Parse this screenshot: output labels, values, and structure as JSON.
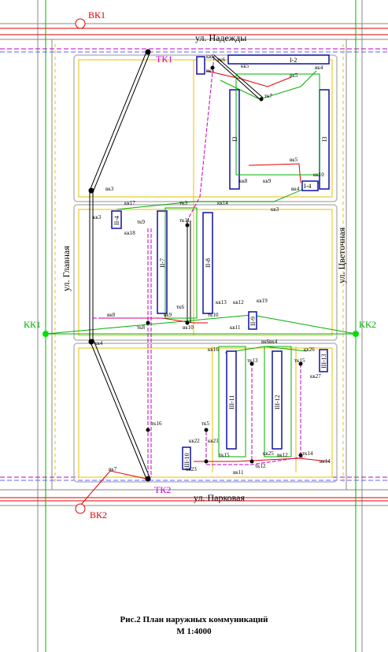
{
  "streets": {
    "north": "ул. Надежды",
    "south": "ул. Парковая",
    "west": "ул. Главная",
    "east": "ул. Цветочная"
  },
  "nodes": {
    "vk1": "ВК1",
    "vk2": "ВК2",
    "kk1": "КК1",
    "kk2": "КК2",
    "tk1": "ТК1",
    "tk2": "ТК2"
  },
  "buildings": {
    "b12": "I-2",
    "b13a": "I3",
    "b13b": "I3",
    "b14": "I-4",
    "b24": "II-4",
    "b27": "II-7",
    "b28": "II-8",
    "b29": "II-9",
    "b310": "III-10",
    "b311": "III-11",
    "b312": "III-12",
    "b313": "III-13"
  },
  "labels": {
    "kk6": "кк6",
    "tk6": "тк6",
    "vk5": "вк5",
    "kk5": "кк5",
    "vk4": "вк4",
    "tk7": "тк7",
    "vk5b": "вк5",
    "kk8": "кк8",
    "kk9": "кк9",
    "kk10": "кк10",
    "vk4b": "вк4",
    "vk3": "вк3",
    "kk3": "кк3",
    "kk17": "кк17",
    "tk9": "тк9",
    "kk18": "кк18",
    "tk3": "тк3",
    "tk11": "тк11",
    "kk14": "кк14",
    "kk3b": "кк3",
    "tk6b": "тк6",
    "kk13": "кк13",
    "kk12": "кк12",
    "kk19": "кк19",
    "vk8": "вк8",
    "vk9": "вк9",
    "tk8": "тк8",
    "tk10": "тк10",
    "vk10": "вк10",
    "kk11": "кк11",
    "vk6": "вк6",
    "kk4": "кк4",
    "vk4c": "вк4",
    "kk16": "кк16",
    "tk13": "тк13",
    "tk15": "тк15",
    "kk26": "кк26",
    "kk27": "кк27",
    "tk16": "тк16",
    "tk5": "тк5",
    "kk22": "кк22",
    "kk21": "кк21",
    "kk23": "кк23",
    "tk12": "тк12",
    "tk14": "тк14",
    "kk25": "кк25",
    "tk15b": "тк15",
    "vk7": "вк7",
    "vk11": "вк11",
    "vk12": "вк12",
    "vk14": "вк14"
  },
  "caption": {
    "line1": "Рис.2 План наружных коммуникаций",
    "line2": "М 1:4000"
  },
  "colors": {
    "road": "#8a8a8a",
    "block": "#b8b8b8",
    "gas": "#e6c000",
    "sewer": "#00b000",
    "water": "#e00000",
    "heat": "#c000c0",
    "drain": "#6060ff",
    "building": "#1010a0",
    "label_red": "#e00000",
    "label_magenta": "#d000d0",
    "label_green": "#00b000"
  }
}
